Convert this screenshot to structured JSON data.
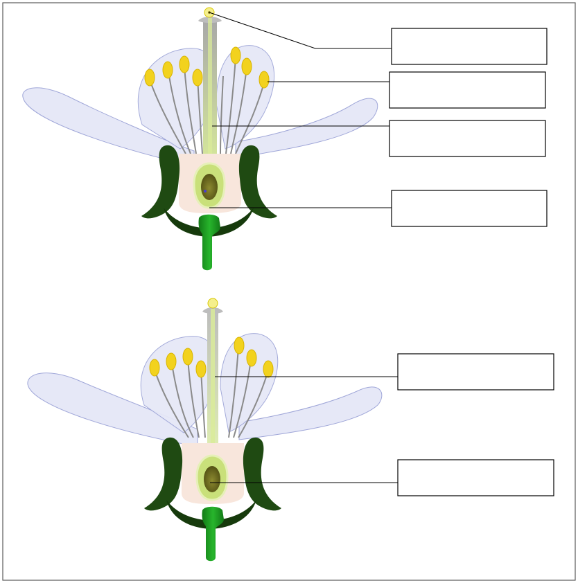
{
  "colors": {
    "frame": "#5a5a5a",
    "petal_fill": "#e6e8f7",
    "petal_stroke": "#9fa6d8",
    "filament": "#8a8a8a",
    "anther": "#f2d21e",
    "anther_edge": "#d8b400",
    "style": "#b4b4b4",
    "pollen_tube": "#cfe68a",
    "sepal": "#1f4a12",
    "sepal_light": "#3c6d28",
    "receptacle": "#f8e6dc",
    "ovary_wall": "#c9e07a",
    "ovule": "#6d6a1f",
    "stalk": "#1d9a21",
    "leader": "#000000",
    "label_box": "#000000"
  },
  "figures": [
    {
      "id": "flower-top",
      "icons": [
        "flower-section-icon",
        "pollen-grain-icon",
        "anther-icon",
        "pollen-tube-icon",
        "ovule-icon"
      ],
      "labels": [
        {
          "id": "pollen-grain",
          "text": ""
        },
        {
          "id": "anther",
          "text": ""
        },
        {
          "id": "pollen-tube",
          "text": ""
        },
        {
          "id": "ovule",
          "text": ""
        }
      ]
    },
    {
      "id": "flower-bottom",
      "icons": [
        "flower-section-icon",
        "pollen-tube-icon",
        "ovule-icon"
      ],
      "labels": [
        {
          "id": "pollen-tube",
          "text": ""
        },
        {
          "id": "ovule",
          "text": ""
        }
      ]
    }
  ]
}
